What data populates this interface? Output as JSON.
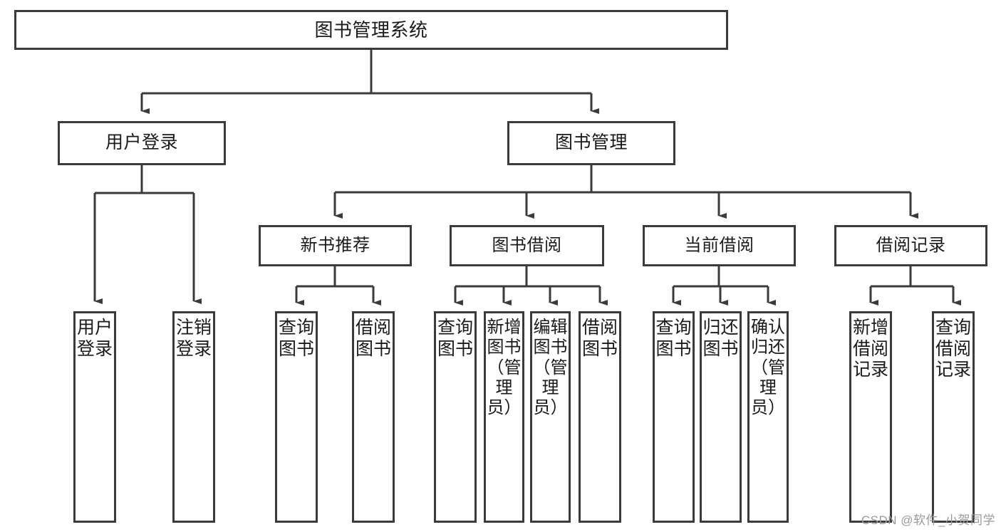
{
  "diagram": {
    "type": "tree-hierarchy-flowchart",
    "title_node": {
      "id": "root",
      "label": "图书管理系统"
    },
    "level2": [
      {
        "id": "user-login",
        "label": "用户登录"
      },
      {
        "id": "book-management",
        "label": "图书管理"
      }
    ],
    "level3": [
      {
        "id": "new-book-recommend",
        "label": "新书推荐",
        "parent": "book-management"
      },
      {
        "id": "book-borrow",
        "label": "图书借阅",
        "parent": "book-management"
      },
      {
        "id": "current-borrow",
        "label": "当前借阅",
        "parent": "book-management"
      },
      {
        "id": "borrow-record",
        "label": "借阅记录",
        "parent": "book-management"
      }
    ],
    "leaves": [
      {
        "id": "leaf-user-login",
        "label": "用户登录",
        "parent": "user-login"
      },
      {
        "id": "leaf-logout",
        "label": "注销登录",
        "parent": "user-login"
      },
      {
        "id": "leaf-query-book-1",
        "label": "查询图书",
        "parent": "new-book-recommend"
      },
      {
        "id": "leaf-borrow-book-1",
        "label": "借阅图书",
        "parent": "new-book-recommend"
      },
      {
        "id": "leaf-query-book-2",
        "label": "查询图书",
        "parent": "book-borrow"
      },
      {
        "id": "leaf-add-book",
        "label": "新增图书（管理员）",
        "parent": "book-borrow"
      },
      {
        "id": "leaf-edit-book",
        "label": "编辑图书（管理员）",
        "parent": "book-borrow"
      },
      {
        "id": "leaf-borrow-book-2",
        "label": "借阅图书",
        "parent": "book-borrow"
      },
      {
        "id": "leaf-query-book-3",
        "label": "查询图书",
        "parent": "current-borrow"
      },
      {
        "id": "leaf-return-book",
        "label": "归还图书",
        "parent": "current-borrow"
      },
      {
        "id": "leaf-confirm-return",
        "label": "确认归还（管理员）",
        "parent": "current-borrow"
      },
      {
        "id": "leaf-add-record",
        "label": "新增借阅记录",
        "parent": "borrow-record"
      },
      {
        "id": "leaf-query-record",
        "label": "查询借阅记录",
        "parent": "borrow-record"
      }
    ],
    "watermark": "CSDN @软件_小贺同学",
    "colors": {
      "stroke": "#3b3b3b",
      "fill": "#ffffff",
      "text": "#1a1a1a",
      "watermark": "#9a9a9a"
    }
  }
}
